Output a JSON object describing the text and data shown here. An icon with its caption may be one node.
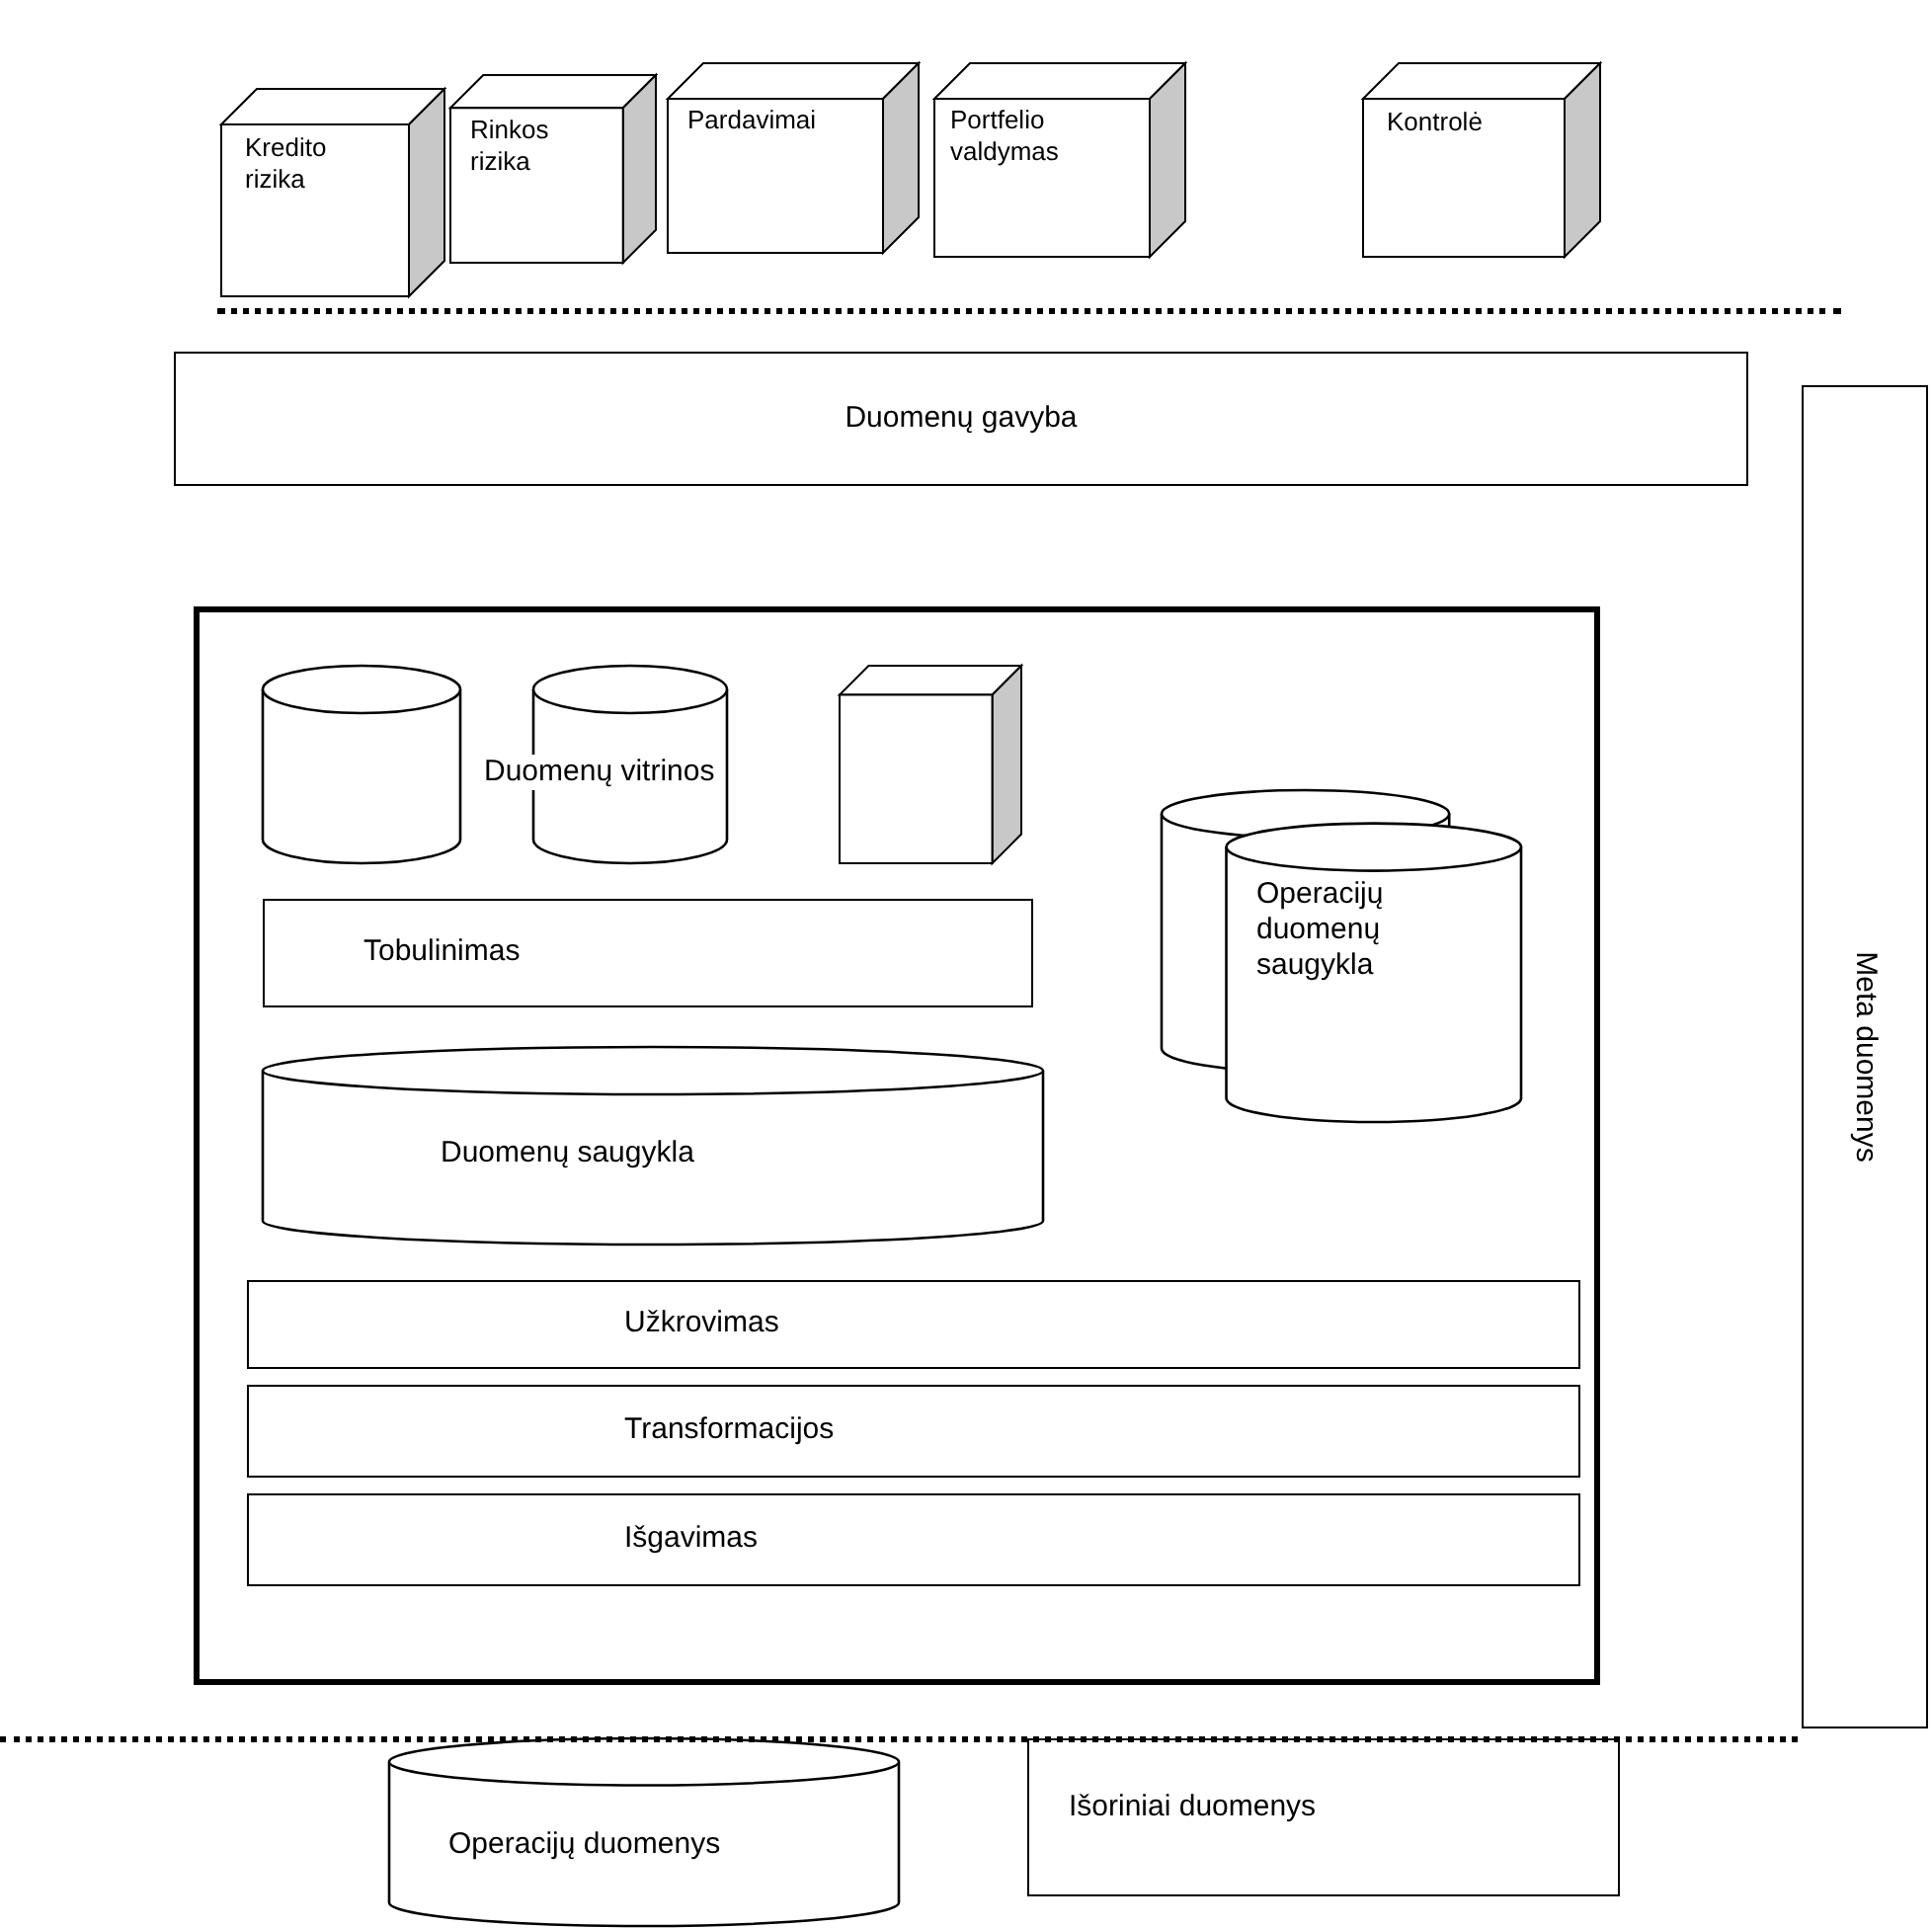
{
  "diagram": {
    "nodes": [
      {
        "text": [
          "Kredito rizika"
        ]
      },
      {
        "text": [
          "Rinkos rizika"
        ]
      },
      {
        "text": [
          "Pardavimai"
        ]
      },
      {
        "text": [
          "Portfelio valdymas"
        ]
      },
      {
        "text": [
          "Kontrolė"
        ]
      },
      {
        "text": [
          "Duomenų gavyba"
        ]
      },
      {
        "text": [],
        "shape": "box"
      },
      {
        "text": [],
        "shape": "cylinder",
        "in": 6
      },
      {
        "text": [],
        "shape": "cylinder",
        "in": 6
      },
      {
        "text": [],
        "shape": "cube",
        "in": 6
      },
      {
        "text": [
          "Tobulinimas"
        ],
        "in": 6
      },
      {
        "text": [
          "Duomenų saugykla"
        ],
        "in": 6
      },
      {
        "text": [
          "Operacijų duomenų saugykla"
        ],
        "in": 6
      },
      {
        "text": [
          "Užkrovimas"
        ],
        "in": 6
      },
      {
        "text": [
          "Transformacijos"
        ],
        "in": 6
      },
      {
        "text": [
          "Išgavimas"
        ],
        "in": 6
      },
      {
        "text": [
          "Meta duomenys"
        ]
      },
      {
        "text": [
          "Operacijų duomenys"
        ]
      },
      {
        "text": [
          "Išoriniai duomenys"
        ]
      }
    ],
    "labels": [
      "Duomenų vitrinos"
    ]
  }
}
